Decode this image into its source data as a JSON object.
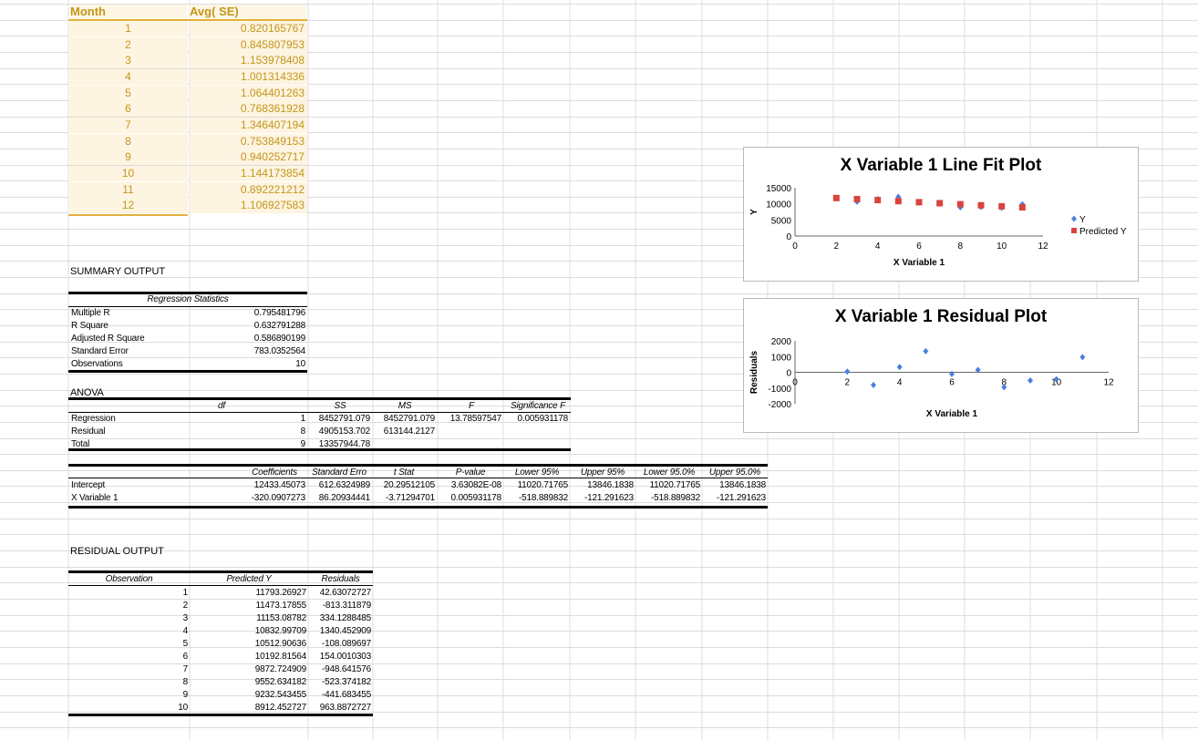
{
  "top_table": {
    "month_header": "Month",
    "avg_header": "Avg( SE)",
    "rows": [
      {
        "month": "1",
        "avg": "0.820165767"
      },
      {
        "month": "2",
        "avg": "0.845807953"
      },
      {
        "month": "3",
        "avg": "1.153978408"
      },
      {
        "month": "4",
        "avg": "1.001314336"
      },
      {
        "month": "5",
        "avg": "1.064401263"
      },
      {
        "month": "6",
        "avg": "0.768361928"
      },
      {
        "month": "7",
        "avg": "1.346407194"
      },
      {
        "month": "8",
        "avg": "0.753849153"
      },
      {
        "month": "9",
        "avg": "0.940252717"
      },
      {
        "month": "10",
        "avg": "1.144173854"
      },
      {
        "month": "11",
        "avg": "0.892221212"
      },
      {
        "month": "12",
        "avg": "1.106927583"
      }
    ]
  },
  "summary": {
    "title": "SUMMARY OUTPUT",
    "reg_stats_title": "Regression Statistics",
    "stats": [
      {
        "label": "Multiple R",
        "value": "0.795481796"
      },
      {
        "label": "R Square",
        "value": "0.632791288"
      },
      {
        "label": "Adjusted R Square",
        "value": "0.586890199"
      },
      {
        "label": "Standard Error",
        "value": "783.0352564"
      },
      {
        "label": "Observations",
        "value": "10"
      }
    ]
  },
  "anova": {
    "title": "ANOVA",
    "headers": [
      "df",
      "SS",
      "MS",
      "F",
      "Significance F"
    ],
    "rows": [
      {
        "label": "Regression",
        "df": "1",
        "ss": "8452791.079",
        "ms": "8452791.079",
        "f": "13.78597547",
        "sig": "0.005931178"
      },
      {
        "label": "Residual",
        "df": "8",
        "ss": "4905153.702",
        "ms": "613144.2127",
        "f": "",
        "sig": ""
      },
      {
        "label": "Total",
        "df": "9",
        "ss": "13357944.78",
        "ms": "",
        "f": "",
        "sig": ""
      }
    ]
  },
  "coef": {
    "headers": [
      "Coefficients",
      "Standard Erro",
      "t Stat",
      "P-value",
      "Lower 95%",
      "Upper 95%",
      "Lower 95.0%",
      "Upper 95.0%"
    ],
    "rows": [
      {
        "label": "Intercept",
        "vals": [
          "12433.45073",
          "612.6324989",
          "20.29512105",
          "3.63082E-08",
          "11020.71765",
          "13846.1838",
          "11020.71765",
          "13846.1838"
        ]
      },
      {
        "label": "X Variable 1",
        "vals": [
          "-320.0907273",
          "86.20934441",
          "-3.71294701",
          "0.005931178",
          "-518.889832",
          "-121.291623",
          "-518.889832",
          "-121.291623"
        ]
      }
    ]
  },
  "residual_output": {
    "title": "RESIDUAL OUTPUT",
    "headers": [
      "Observation",
      "Predicted Y",
      "Residuals"
    ],
    "rows": [
      {
        "obs": "1",
        "pred": "11793.26927",
        "res": "42.63072727"
      },
      {
        "obs": "2",
        "pred": "11473.17855",
        "res": "-813.311879"
      },
      {
        "obs": "3",
        "pred": "11153.08782",
        "res": "334.1288485"
      },
      {
        "obs": "4",
        "pred": "10832.99709",
        "res": "1340.452909"
      },
      {
        "obs": "5",
        "pred": "10512.90636",
        "res": "-108.089697"
      },
      {
        "obs": "6",
        "pred": "10192.81564",
        "res": "154.0010303"
      },
      {
        "obs": "7",
        "pred": "9872.724909",
        "res": "-948.641576"
      },
      {
        "obs": "8",
        "pred": "9552.634182",
        "res": "-523.374182"
      },
      {
        "obs": "9",
        "pred": "9232.543455",
        "res": "-441.683455"
      },
      {
        "obs": "10",
        "pred": "8912.452727",
        "res": "963.8872727"
      }
    ]
  },
  "chart_data": [
    {
      "type": "scatter",
      "title": "X Variable 1 Line Fit  Plot",
      "xlabel": "X Variable 1",
      "ylabel": "Y",
      "xlim": [
        0,
        12
      ],
      "ylim": [
        0,
        15000
      ],
      "xticks": [
        "0",
        "2",
        "4",
        "6",
        "8",
        "10",
        "12"
      ],
      "yticks": [
        "0",
        "5000",
        "10000",
        "15000"
      ],
      "legend_position": "right",
      "series": [
        {
          "name": "Y",
          "color": "#4a7fe0",
          "marker": "diamond",
          "x": [
            2,
            3,
            4,
            5,
            6,
            7,
            8,
            9,
            10,
            11
          ],
          "y": [
            11836,
            10660,
            11487,
            12173,
            10405,
            10347,
            8924,
            9029,
            8791,
            9876
          ]
        },
        {
          "name": "Predicted Y",
          "color": "#d9443f",
          "marker": "square",
          "x": [
            2,
            3,
            4,
            5,
            6,
            7,
            8,
            9,
            10,
            11
          ],
          "y": [
            11793.26927,
            11473.17855,
            11153.08782,
            10832.99709,
            10512.90636,
            10192.81564,
            9872.724909,
            9552.634182,
            9232.543455,
            8912.452727
          ]
        }
      ]
    },
    {
      "type": "scatter",
      "title": "X Variable 1  Residual Plot",
      "xlabel": "X Variable 1",
      "ylabel": "Residuals",
      "xlim": [
        0,
        12
      ],
      "ylim": [
        -2000,
        2000
      ],
      "xticks": [
        "0",
        "2",
        "4",
        "6",
        "8",
        "10",
        "12"
      ],
      "yticks": [
        "-2000",
        "-1000",
        "0",
        "1000",
        "2000"
      ],
      "series": [
        {
          "color": "#4a7fe0",
          "marker": "diamond",
          "x": [
            2,
            3,
            4,
            5,
            6,
            7,
            8,
            9,
            10,
            11
          ],
          "y": [
            42.63,
            -813.31,
            334.13,
            1340.45,
            -108.09,
            154.0,
            -948.64,
            -523.37,
            -441.68,
            963.89
          ]
        }
      ]
    }
  ]
}
